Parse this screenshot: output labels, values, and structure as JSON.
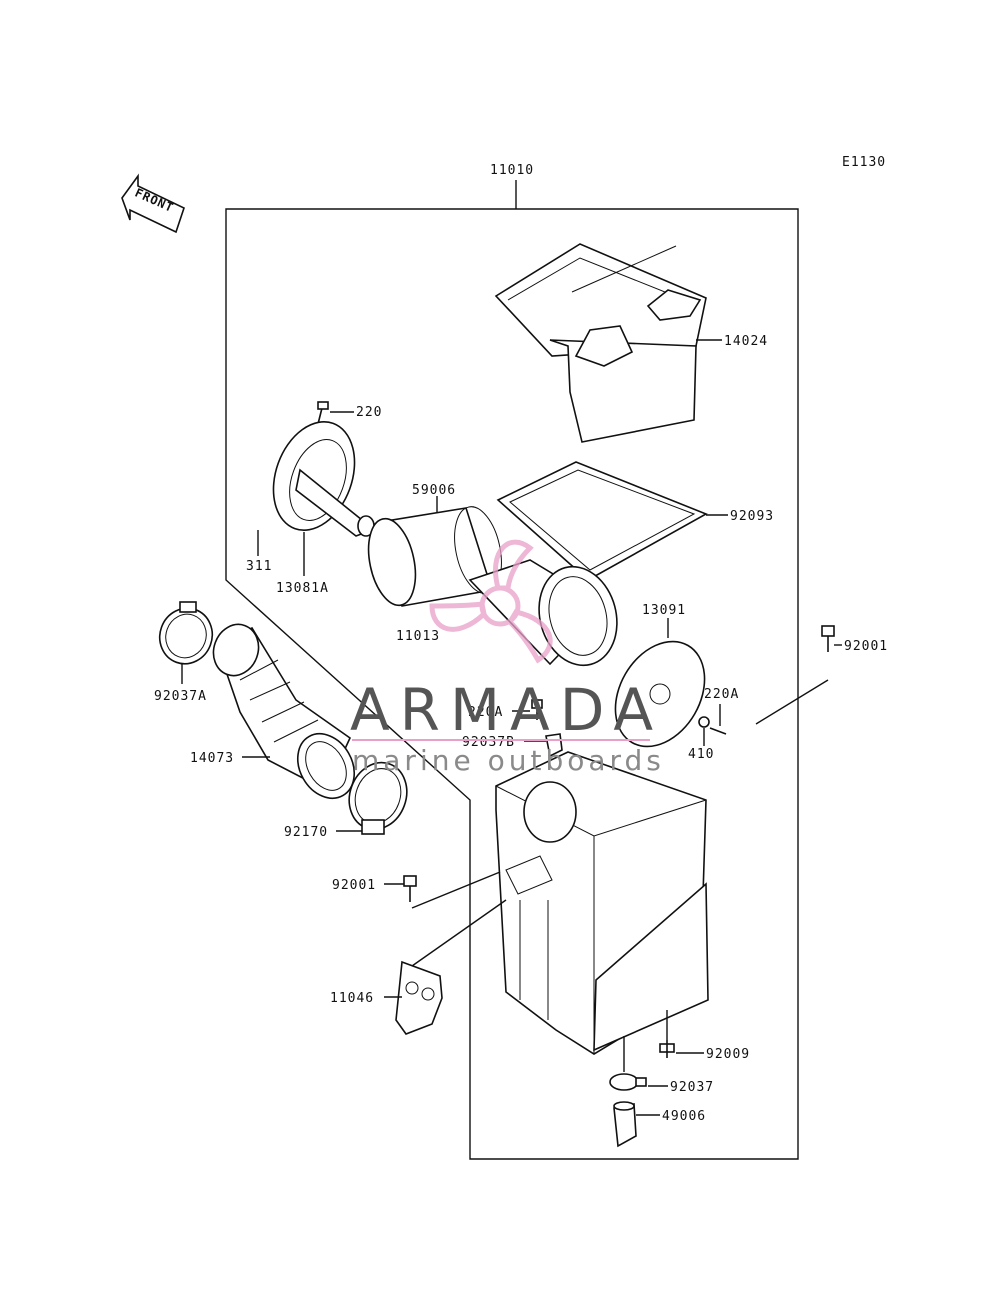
{
  "diagram": {
    "code": "E1130",
    "front_label": "FRONT",
    "labels": {
      "p11010": "11010",
      "p14024": "14024",
      "p220": "220",
      "p59006": "59006",
      "p92093": "92093",
      "p311": "311",
      "p13081A": "13081A",
      "p11013": "11013",
      "p13091": "13091",
      "p92001_r": "92001",
      "p92037A": "92037A",
      "p220A_l": "220A",
      "p220A_r": "220A",
      "p92037B": "92037B",
      "p410": "410",
      "p14073": "14073",
      "p92170": "92170",
      "p92001_l": "92001",
      "p11046": "11046",
      "p92009": "92009",
      "p92037": "92037",
      "p49006": "49006"
    }
  },
  "watermark": {
    "title": "ARMADA",
    "subtitle": "marine outboards",
    "color": "#e8a0c8"
  }
}
